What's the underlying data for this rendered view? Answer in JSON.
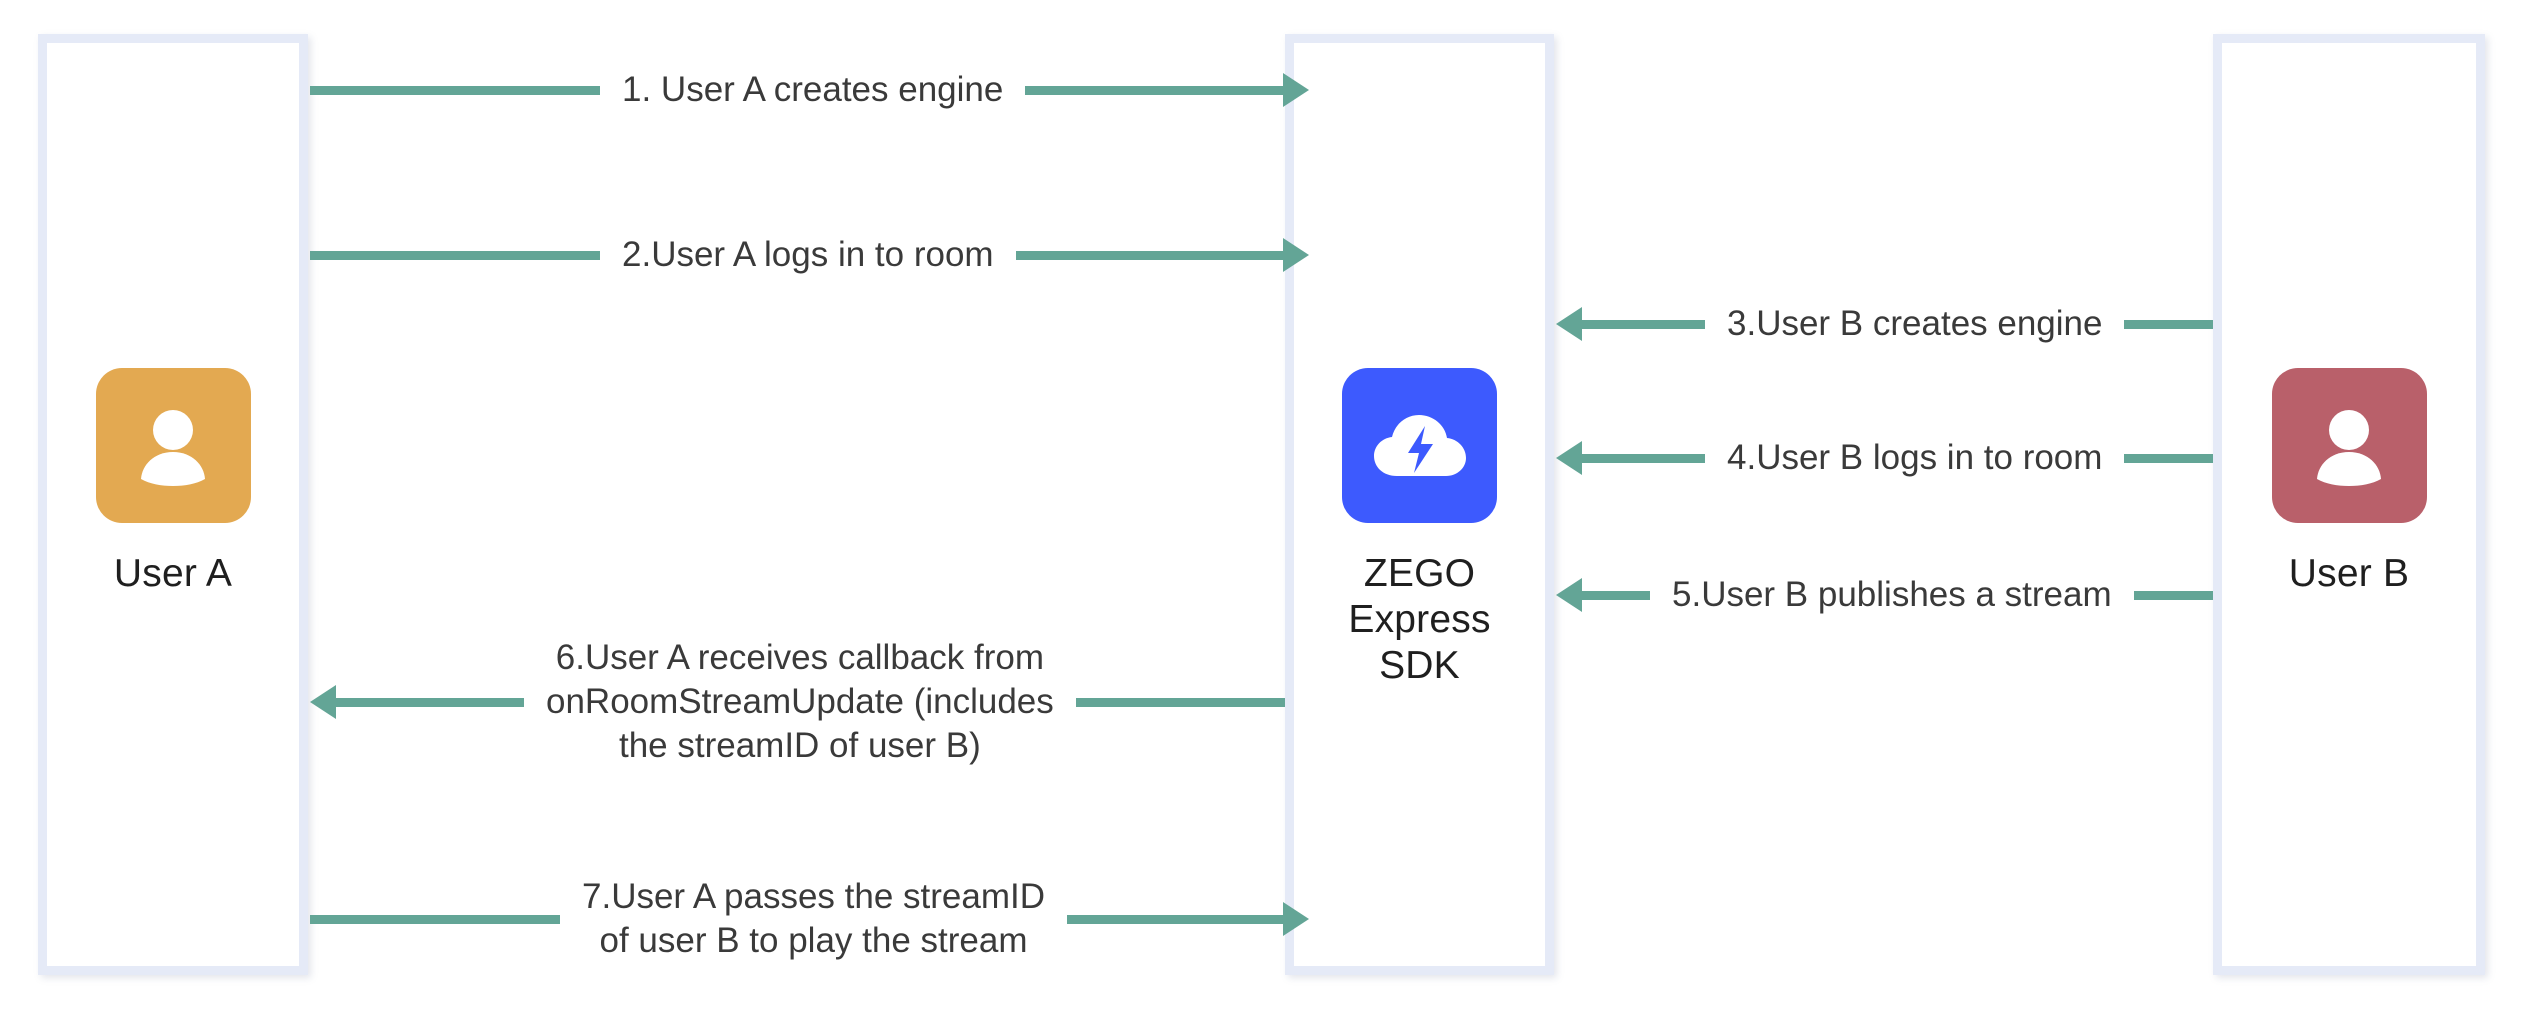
{
  "diagram": {
    "title": "ZEGO Express SDK publish and play stream flow",
    "colors": {
      "arrow": "#63a596",
      "column_border": "#e5eaf7",
      "user_a_avatar": "#e3a951",
      "user_b_avatar": "#b9606a",
      "zego_avatar": "#3d5afe",
      "label_text": "#3a3a3a",
      "caption_text": "#1f1f1f",
      "background": "#ffffff"
    }
  },
  "actors": [
    {
      "id": "user-a",
      "caption": "User A",
      "avatar_icon": "person-avatar-icon",
      "avatar_color": "#e3a951"
    },
    {
      "id": "zego",
      "caption": "ZEGO\nExpress\nSDK",
      "avatar_icon": "cloud-lightning-icon",
      "avatar_color": "#3d5afe"
    },
    {
      "id": "user-b",
      "caption": "User B",
      "avatar_icon": "person-avatar-icon",
      "avatar_color": "#b9606a"
    }
  ],
  "messages": [
    {
      "step": 1,
      "label": "1. User A creates engine",
      "from": "user-a",
      "to": "zego",
      "direction": "right"
    },
    {
      "step": 2,
      "label": "2.User A logs in to room",
      "from": "user-a",
      "to": "zego",
      "direction": "right"
    },
    {
      "step": 3,
      "label": "3.User B creates engine",
      "from": "user-b",
      "to": "zego",
      "direction": "left"
    },
    {
      "step": 4,
      "label": "4.User B logs in to room",
      "from": "user-b",
      "to": "zego",
      "direction": "left"
    },
    {
      "step": 5,
      "label": "5.User B publishes a stream",
      "from": "user-b",
      "to": "zego",
      "direction": "left"
    },
    {
      "step": 6,
      "label": "6.User A receives callback from\nonRoomStreamUpdate (includes\nthe streamID of user B)",
      "from": "zego",
      "to": "user-a",
      "direction": "left"
    },
    {
      "step": 7,
      "label": "7.User A passes the streamID\nof user B to play the stream",
      "from": "user-a",
      "to": "zego",
      "direction": "right"
    }
  ]
}
